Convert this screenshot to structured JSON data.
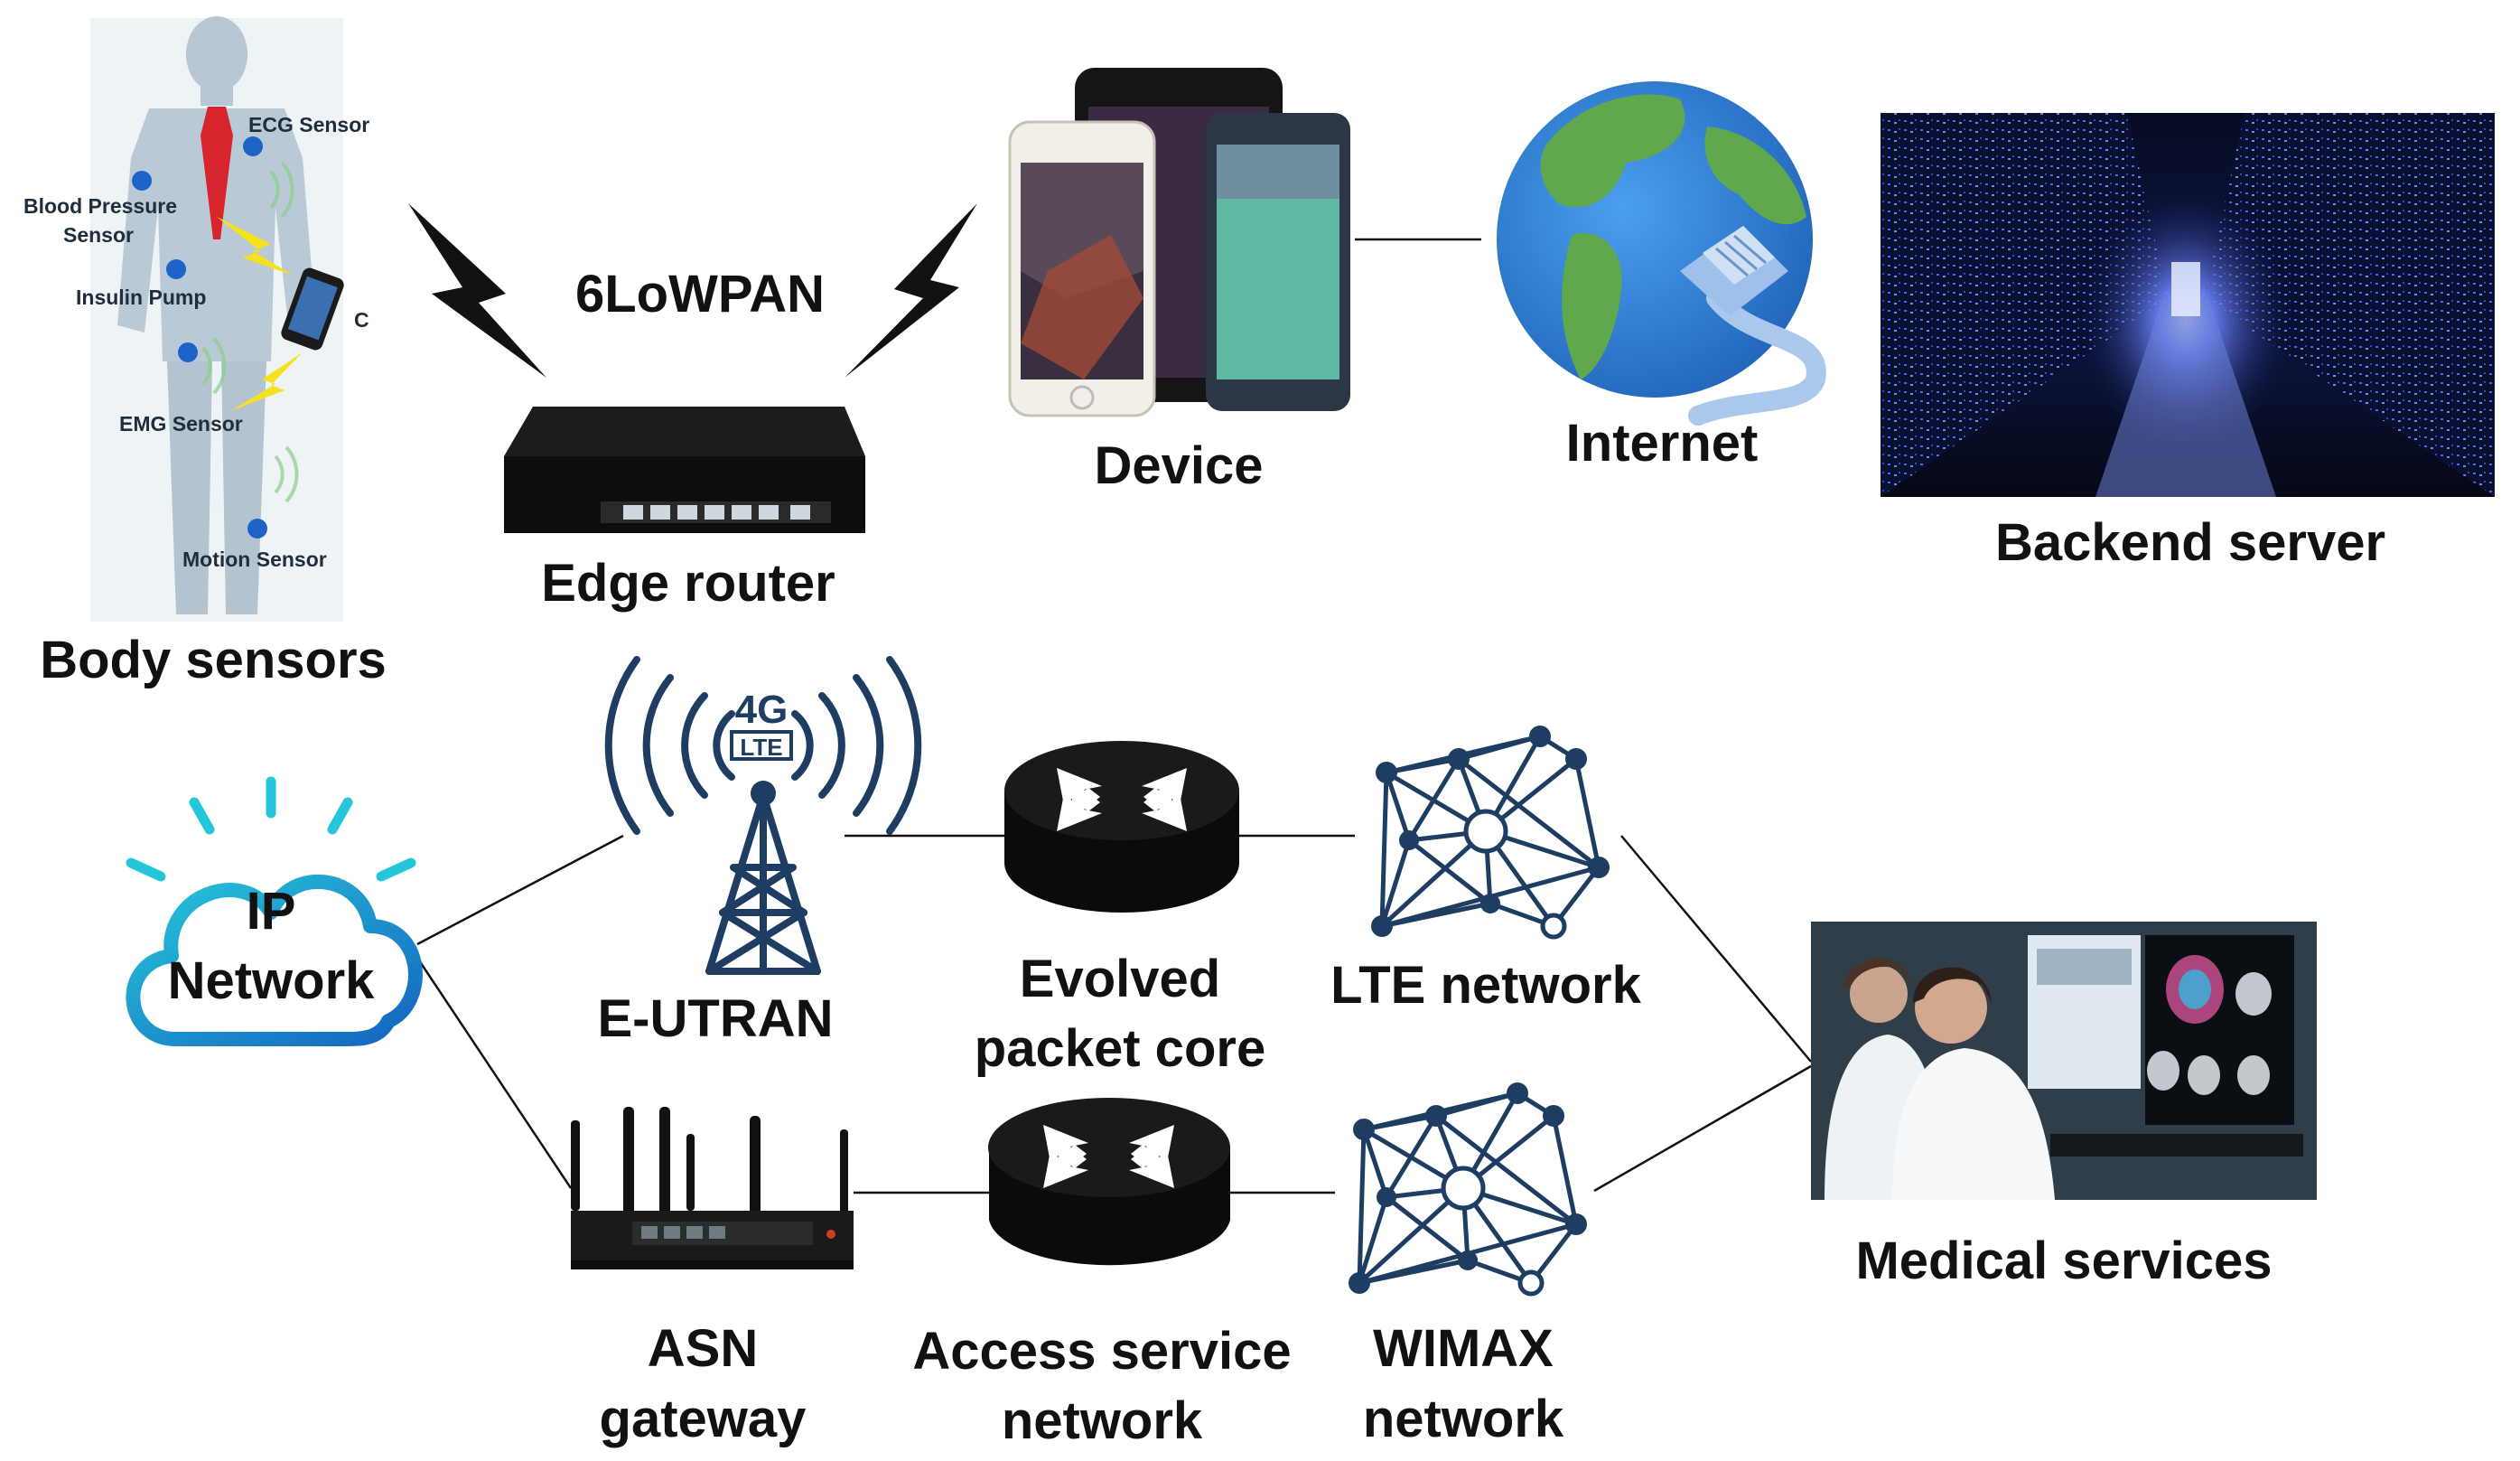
{
  "labels": {
    "body_sensors": "Body sensors",
    "edge_router": "Edge router",
    "protocol": "6LoWPAN",
    "device": "Device",
    "internet": "Internet",
    "backend_server": "Backend server",
    "ip_network_line1": "IP",
    "ip_network_line2": "Network",
    "lte_4g": "4G",
    "lte_badge": "LTE",
    "e_utran": "E-UTRAN",
    "epc_line1": "Evolved",
    "epc_line2": "packet core",
    "lte_network": "LTE network",
    "asn_line1": "ASN",
    "asn_line2": "gateway",
    "access_line1": "Access service",
    "access_line2": "network",
    "wimax_line1": "WIMAX",
    "wimax_line2": "network",
    "medical_services": "Medical services"
  },
  "sensor_labels": {
    "ecg": "ECG Sensor",
    "bp_line1": "Blood Pressure",
    "bp_line2": "Sensor",
    "insulin": "Insulin Pump",
    "emg": "EMG Sensor",
    "motion": "Motion Sensor",
    "cut": "C"
  },
  "colors": {
    "text": "#111111",
    "navy": "#1d3d63",
    "cloud_blue": "#1e88e5",
    "globe_ocean": "#2f7fd6",
    "globe_land": "#5fa84d",
    "server_glow": "#3f63ff"
  },
  "icons": [
    "person-body-icon",
    "lightning-icon",
    "router-icon",
    "smartphone-icon",
    "globe-icon",
    "ethernet-cable-icon",
    "server-room-icon",
    "cloud-icon",
    "cell-tower-icon",
    "network-router-icon",
    "mesh-network-icon",
    "gateway-router-icon",
    "doctor-workstation-icon"
  ]
}
